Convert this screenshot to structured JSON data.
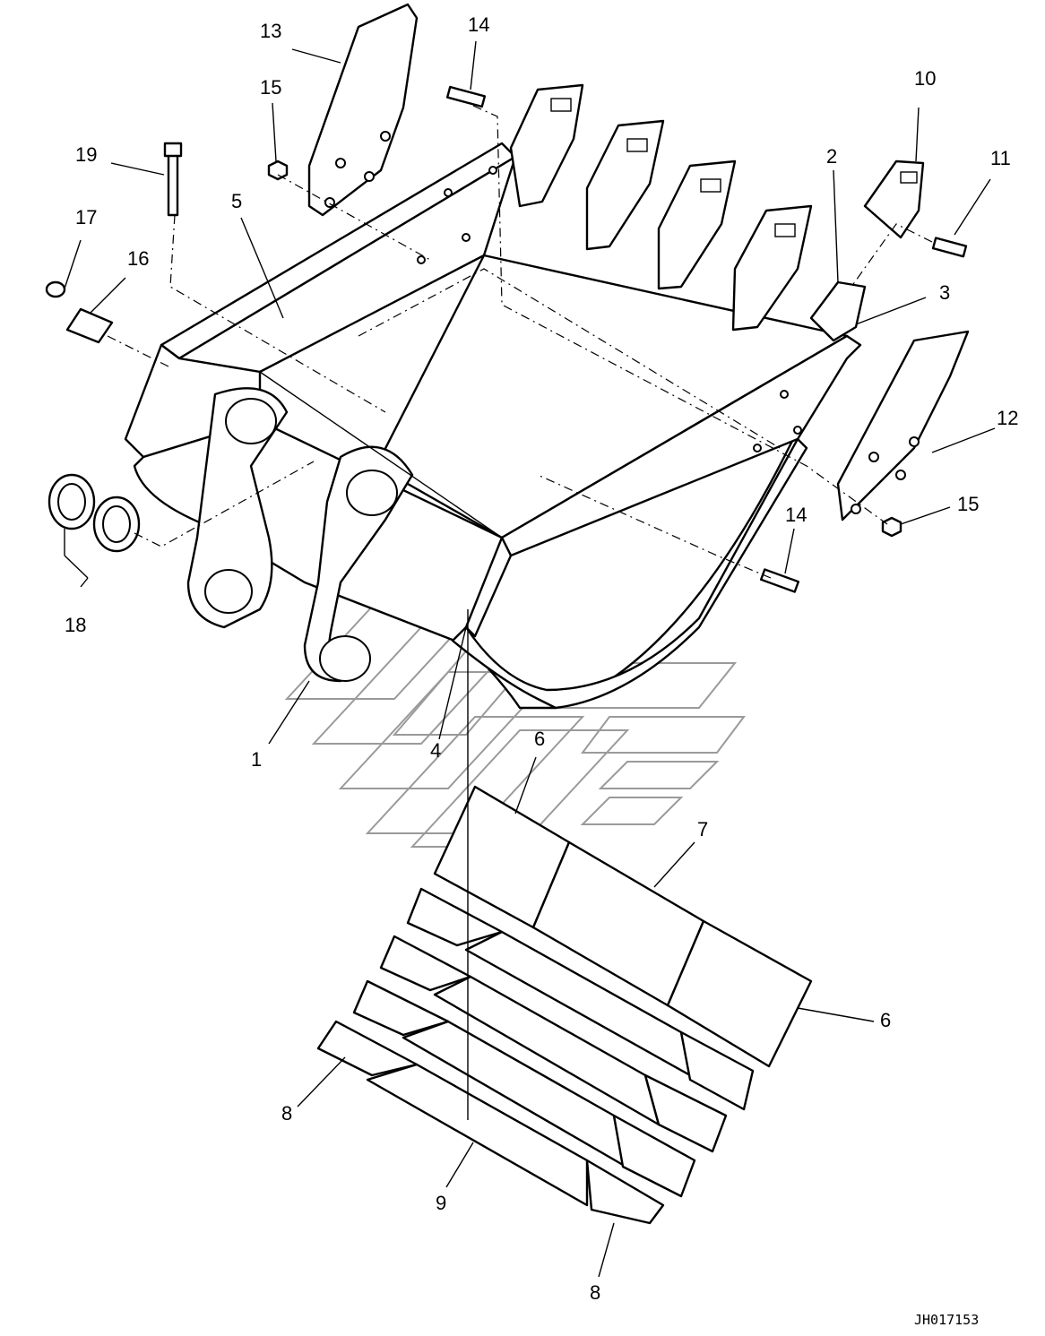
{
  "callouts": [
    {
      "id": "c1",
      "label": "1"
    },
    {
      "id": "c2",
      "label": "2"
    },
    {
      "id": "c3",
      "label": "3"
    },
    {
      "id": "c4",
      "label": "4"
    },
    {
      "id": "c5",
      "label": "5"
    },
    {
      "id": "c6a",
      "label": "6"
    },
    {
      "id": "c6b",
      "label": "6"
    },
    {
      "id": "c7",
      "label": "7"
    },
    {
      "id": "c8a",
      "label": "8"
    },
    {
      "id": "c8b",
      "label": "8"
    },
    {
      "id": "c9",
      "label": "9"
    },
    {
      "id": "c10",
      "label": "10"
    },
    {
      "id": "c11",
      "label": "11"
    },
    {
      "id": "c12",
      "label": "12"
    },
    {
      "id": "c13",
      "label": "13"
    },
    {
      "id": "c14a",
      "label": "14"
    },
    {
      "id": "c14b",
      "label": "14"
    },
    {
      "id": "c15a",
      "label": "15"
    },
    {
      "id": "c15b",
      "label": "15"
    },
    {
      "id": "c16",
      "label": "16"
    },
    {
      "id": "c17",
      "label": "17"
    },
    {
      "id": "c18",
      "label": "18"
    },
    {
      "id": "c19",
      "label": "19"
    }
  ],
  "drawing_number": "JH017153"
}
